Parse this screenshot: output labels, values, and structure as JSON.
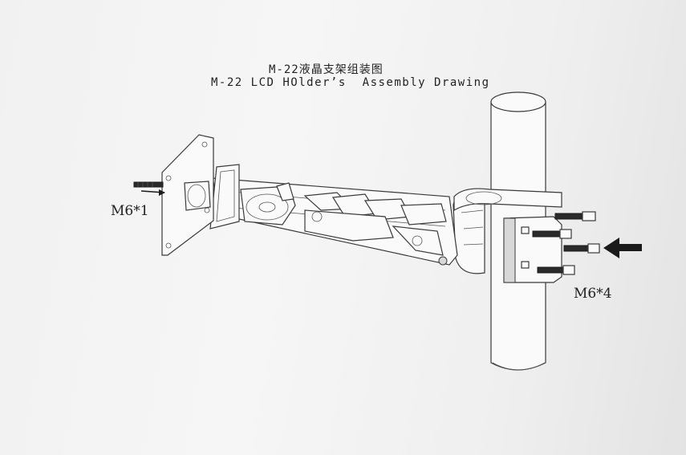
{
  "title": {
    "chinese": "M-22液晶支架组装图",
    "english": "M-22 LCD HOlder’s  Assembly Drawing"
  },
  "labels": {
    "screw_left": "M6*1",
    "screw_right": "M6*4"
  },
  "icons": {
    "left_arrow": "arrow-right-icon",
    "right_arrow": "arrow-left-icon"
  },
  "colors": {
    "line": "#3a3a3a",
    "screw": "#2a2a2a"
  }
}
